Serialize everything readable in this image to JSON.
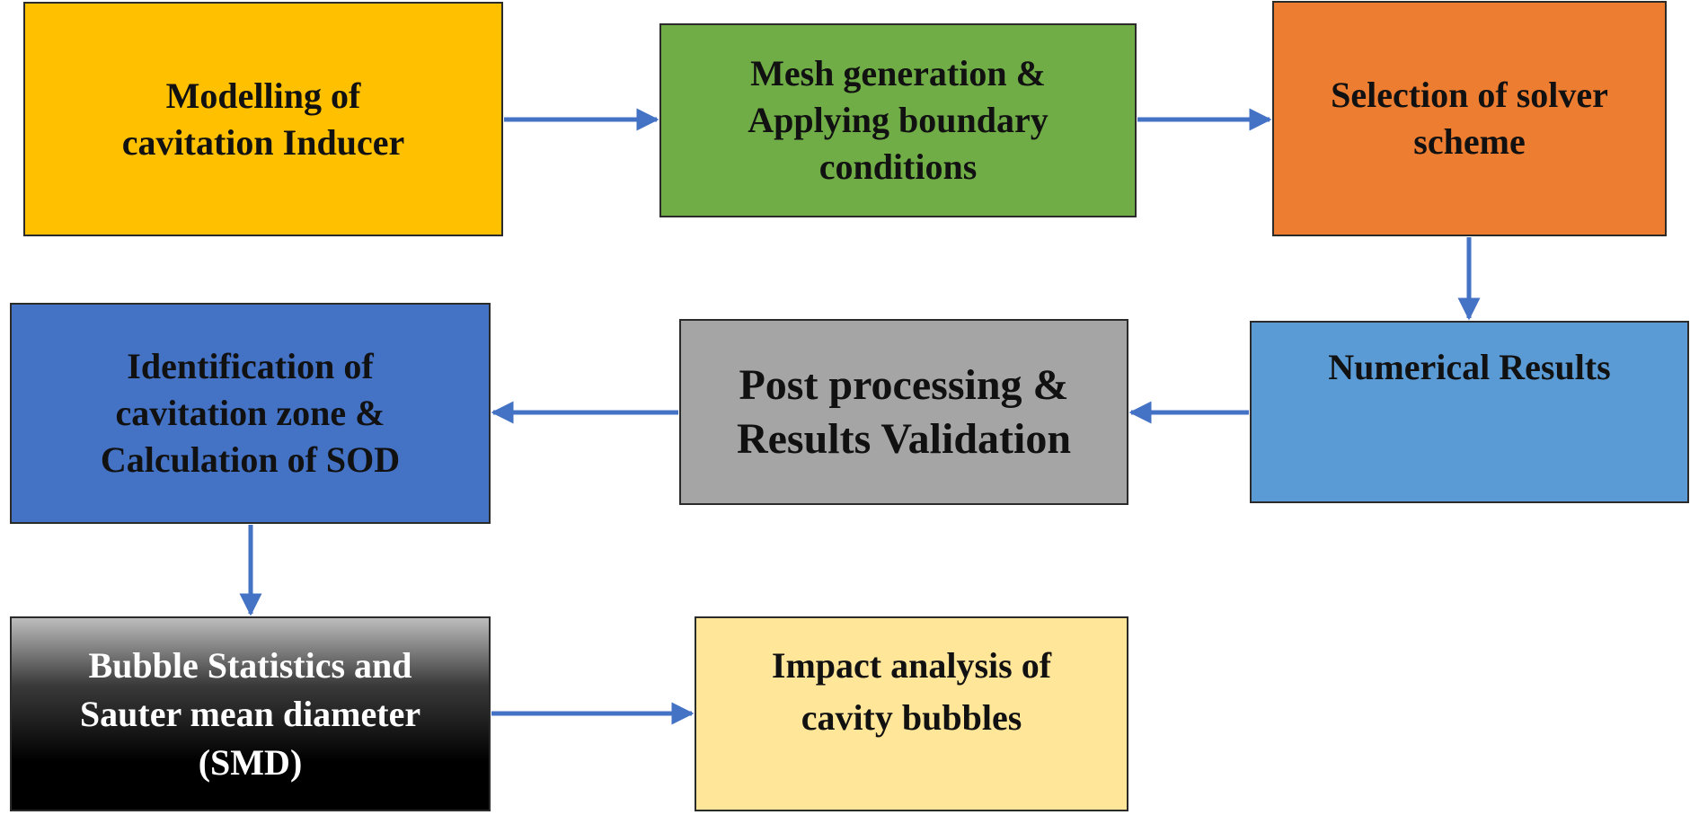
{
  "colors": {
    "arrow": "#4472c4",
    "border": "#2b2b2b",
    "node_1": "#ffc000",
    "node_2": "#70ad47",
    "node_3": "#ed7d31",
    "node_4": "#5b9bd5",
    "node_5": "#a5a5a5",
    "node_6": "#4472c4",
    "node_7_gradient": [
      "#bdbdbd",
      "#3a3a3a",
      "#000000"
    ],
    "node_8": "#ffe699"
  },
  "nodes": {
    "n1": {
      "label": "Modelling of\ncavitation Inducer"
    },
    "n2": {
      "label": "Mesh generation &\nApplying boundary\nconditions"
    },
    "n3": {
      "label": "Selection of solver\nscheme"
    },
    "n4": {
      "label": "Numerical Results"
    },
    "n5": {
      "label": "Post processing &\nResults Validation"
    },
    "n6": {
      "label": "Identification of\ncavitation zone &\nCalculation of SOD"
    },
    "n7": {
      "label": "Bubble Statistics and\nSauter mean diameter\n(SMD)"
    },
    "n8": {
      "label": "Impact analysis of\ncavity bubbles"
    }
  },
  "edges": [
    {
      "from": "n1",
      "to": "n2"
    },
    {
      "from": "n2",
      "to": "n3"
    },
    {
      "from": "n3",
      "to": "n4"
    },
    {
      "from": "n4",
      "to": "n5"
    },
    {
      "from": "n5",
      "to": "n6"
    },
    {
      "from": "n6",
      "to": "n7"
    },
    {
      "from": "n7",
      "to": "n8"
    }
  ]
}
